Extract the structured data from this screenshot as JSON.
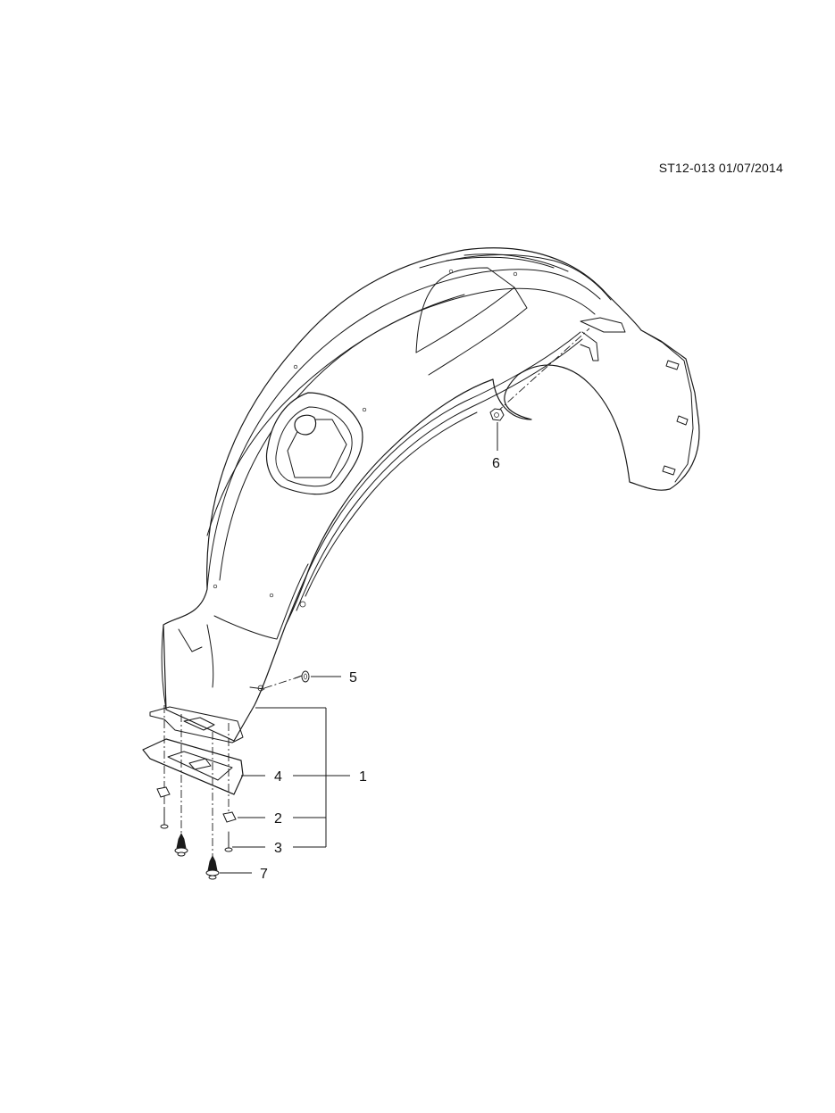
{
  "reference": {
    "code": "ST12-013 01/07/2014"
  },
  "callouts": {
    "c1": "1",
    "c2": "2",
    "c3": "3",
    "c4": "4",
    "c5": "5",
    "c6": "6",
    "c7": "7"
  }
}
